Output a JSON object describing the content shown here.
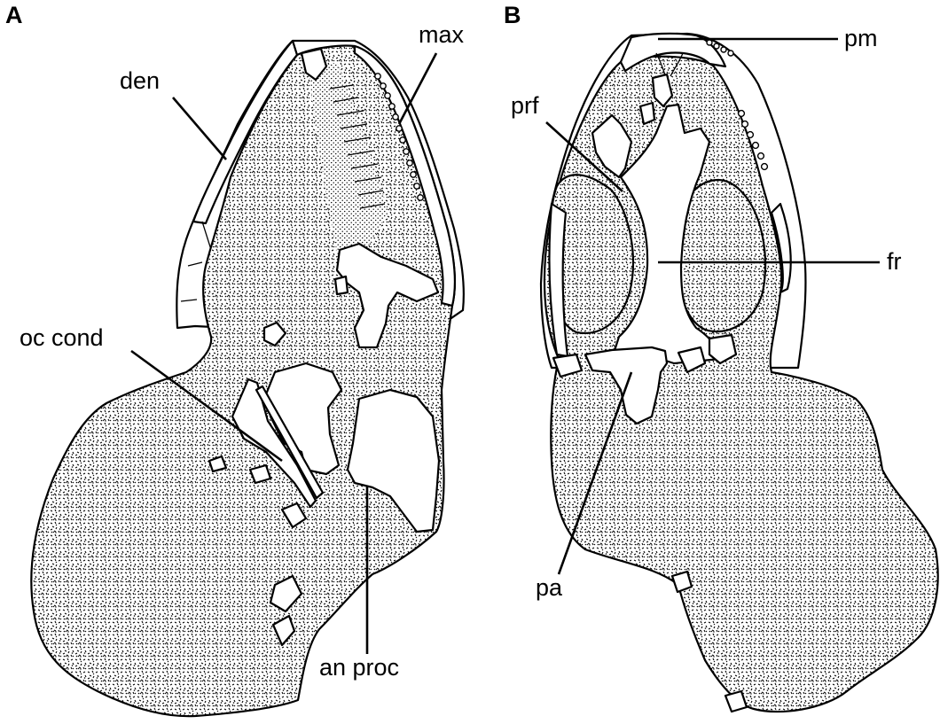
{
  "panels": [
    {
      "letter": "A",
      "labels": {
        "den": "den",
        "max": "max",
        "oc_cond": "oc cond",
        "an_proc": "an proc"
      }
    },
    {
      "letter": "B",
      "labels": {
        "pm": "pm",
        "prf": "prf",
        "fr": "fr",
        "pa": "pa"
      }
    }
  ],
  "colors": {
    "ink": "#000000",
    "background": "#ffffff",
    "stipple": "#000000"
  }
}
